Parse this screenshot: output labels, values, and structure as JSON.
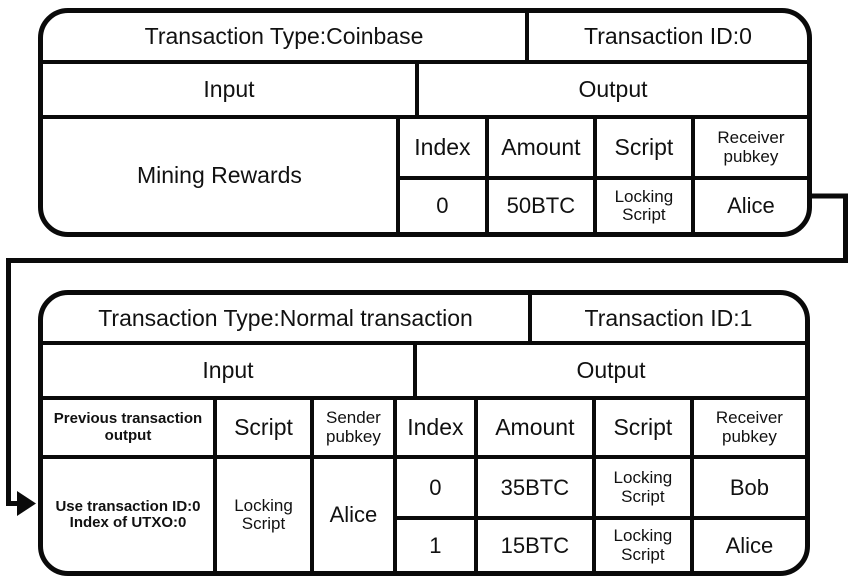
{
  "colors": {
    "line": "#0a0a0a",
    "background": "#ffffff",
    "text": "#111111"
  },
  "top_transaction": {
    "type_label": "Transaction Type:Coinbase",
    "id_label": "Transaction ID:0",
    "input_header": "Input",
    "output_header": "Output",
    "input_value": "Mining Rewards",
    "output_columns": [
      "Index",
      "Amount",
      "Script",
      "Receiver pubkey"
    ],
    "outputs": [
      {
        "index": "0",
        "amount": "50BTC",
        "script": "Locking Script",
        "receiver": "Alice"
      }
    ]
  },
  "bottom_transaction": {
    "type_label": "Transaction Type:Normal transaction",
    "id_label": "Transaction ID:1",
    "input_header": "Input",
    "output_header": "Output",
    "input_columns": [
      "Previous transaction output",
      "Script",
      "Sender pubkey"
    ],
    "input_row": {
      "previous_output_line1": "Use transaction ID:0",
      "previous_output_line2": "Index of UTXO:0",
      "script": "Locking Script",
      "sender": "Alice"
    },
    "output_columns": [
      "Index",
      "Amount",
      "Script",
      "Receiver pubkey"
    ],
    "outputs": [
      {
        "index": "0",
        "amount": "35BTC",
        "script": "Locking Script",
        "receiver": "Bob"
      },
      {
        "index": "1",
        "amount": "15BTC",
        "script": "Locking Script",
        "receiver": "Alice"
      }
    ]
  }
}
